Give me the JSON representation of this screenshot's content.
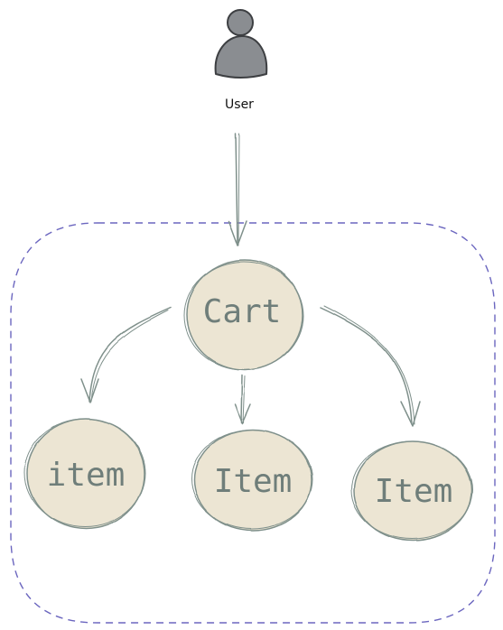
{
  "diagram": {
    "user": {
      "label": "User",
      "icon": "user-icon"
    },
    "nodes": {
      "cart": "Cart",
      "item_left": "item",
      "item_center": "Item",
      "item_right": "Item"
    },
    "colors": {
      "node_fill": "#ece5d3",
      "node_stroke": "#7f908b",
      "text": "#6f7e7a",
      "arrow": "#7f908b",
      "group_border": "#6b66bf",
      "user_fill": "#8a8d91",
      "user_stroke": "#3d3f42"
    }
  }
}
